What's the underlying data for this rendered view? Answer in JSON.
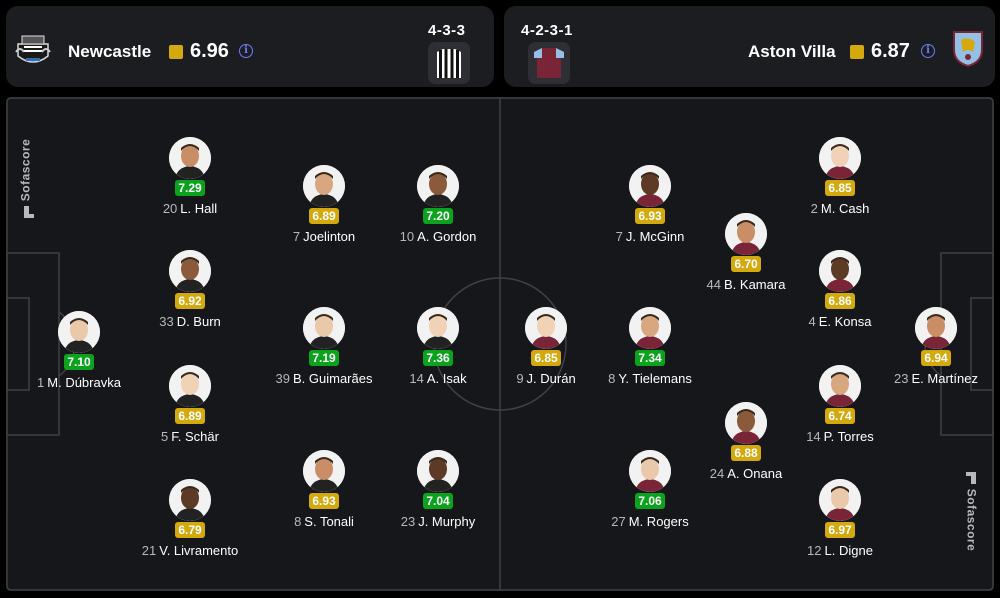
{
  "home": {
    "name": "Newcastle",
    "rating": "6.96",
    "formation": "4-3-3",
    "colors": {
      "rating_square": "#d4a90d",
      "kit_primary": "#000000",
      "kit_secondary": "#ffffff"
    },
    "players": [
      {
        "number": "1",
        "name": "M. Dúbravka",
        "rating": "7.10",
        "tier": "high"
      },
      {
        "number": "20",
        "name": "L. Hall",
        "rating": "7.29",
        "tier": "high"
      },
      {
        "number": "33",
        "name": "D. Burn",
        "rating": "6.92",
        "tier": "mid"
      },
      {
        "number": "5",
        "name": "F. Schär",
        "rating": "6.89",
        "tier": "mid"
      },
      {
        "number": "21",
        "name": "V. Livramento",
        "rating": "6.79",
        "tier": "mid"
      },
      {
        "number": "7",
        "name": "Joelinton",
        "rating": "6.89",
        "tier": "mid"
      },
      {
        "number": "39",
        "name": "B. Guimarães",
        "rating": "7.19",
        "tier": "high"
      },
      {
        "number": "8",
        "name": "S. Tonali",
        "rating": "6.93",
        "tier": "mid"
      },
      {
        "number": "10",
        "name": "A. Gordon",
        "rating": "7.20",
        "tier": "high"
      },
      {
        "number": "14",
        "name": "A. Isak",
        "rating": "7.36",
        "tier": "high"
      },
      {
        "number": "23",
        "name": "J. Murphy",
        "rating": "7.04",
        "tier": "high"
      }
    ]
  },
  "away": {
    "name": "Aston Villa",
    "rating": "6.87",
    "formation": "4-2-3-1",
    "colors": {
      "rating_square": "#d4a90d",
      "kit_primary": "#7a2438",
      "kit_secondary": "#95bfe5"
    },
    "players": [
      {
        "number": "9",
        "name": "J. Durán",
        "rating": "6.85",
        "tier": "mid"
      },
      {
        "number": "7",
        "name": "J. McGinn",
        "rating": "6.93",
        "tier": "mid"
      },
      {
        "number": "8",
        "name": "Y. Tielemans",
        "rating": "7.34",
        "tier": "high"
      },
      {
        "number": "27",
        "name": "M. Rogers",
        "rating": "7.06",
        "tier": "high"
      },
      {
        "number": "44",
        "name": "B. Kamara",
        "rating": "6.70",
        "tier": "mid"
      },
      {
        "number": "24",
        "name": "A. Onana",
        "rating": "6.88",
        "tier": "mid"
      },
      {
        "number": "2",
        "name": "M. Cash",
        "rating": "6.85",
        "tier": "mid"
      },
      {
        "number": "4",
        "name": "E. Konsa",
        "rating": "6.86",
        "tier": "mid"
      },
      {
        "number": "14",
        "name": "P. Torres",
        "rating": "6.74",
        "tier": "mid"
      },
      {
        "number": "12",
        "name": "L. Digne",
        "rating": "6.97",
        "tier": "mid"
      },
      {
        "number": "23",
        "name": "E. Martínez",
        "rating": "6.94",
        "tier": "mid"
      }
    ]
  },
  "watermark": "Sofascore",
  "icons": {
    "info": "info-icon",
    "home_badge": "newcastle-badge-icon",
    "away_badge": "aston-villa-badge-icon",
    "home_kit": "striped-kit-icon",
    "away_kit": "claret-kit-icon",
    "brand": "sofascore-logo-icon"
  },
  "colors": {
    "rating_high": "#0ba31d",
    "rating_mid": "#d4a90d",
    "accent_info": "#6f7cf7",
    "pitch": "#16171a",
    "card": "#1b1d21"
  }
}
